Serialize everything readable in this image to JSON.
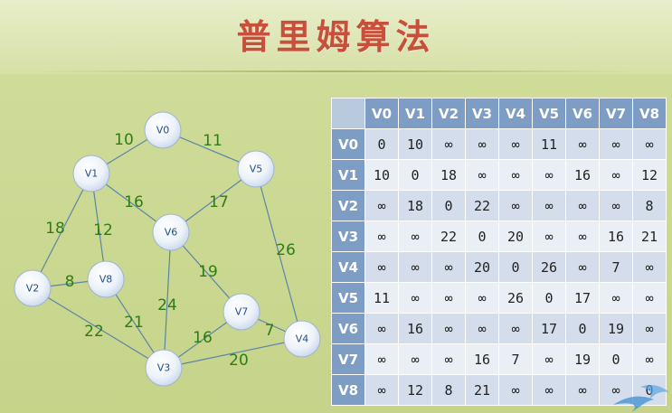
{
  "title": "普里姆算法",
  "graph": {
    "nodes": [
      {
        "id": "V0",
        "label": "V0"
      },
      {
        "id": "V1",
        "label": "V1"
      },
      {
        "id": "V2",
        "label": "V2"
      },
      {
        "id": "V3",
        "label": "V3"
      },
      {
        "id": "V4",
        "label": "V4"
      },
      {
        "id": "V5",
        "label": "V5"
      },
      {
        "id": "V6",
        "label": "V6"
      },
      {
        "id": "V7",
        "label": "V7"
      },
      {
        "id": "V8",
        "label": "V8"
      }
    ],
    "edges": [
      {
        "from": "V0",
        "to": "V1",
        "weight": "10"
      },
      {
        "from": "V0",
        "to": "V5",
        "weight": "11"
      },
      {
        "from": "V1",
        "to": "V2",
        "weight": "18"
      },
      {
        "from": "V1",
        "to": "V8",
        "weight": "12"
      },
      {
        "from": "V1",
        "to": "V6",
        "weight": "16"
      },
      {
        "from": "V5",
        "to": "V6",
        "weight": "17"
      },
      {
        "from": "V5",
        "to": "V4",
        "weight": "26"
      },
      {
        "from": "V2",
        "to": "V8",
        "weight": "8"
      },
      {
        "from": "V2",
        "to": "V3",
        "weight": "22"
      },
      {
        "from": "V8",
        "to": "V3",
        "weight": "21"
      },
      {
        "from": "V6",
        "to": "V3",
        "weight": "24"
      },
      {
        "from": "V6",
        "to": "V7",
        "weight": "19"
      },
      {
        "from": "V7",
        "to": "V3",
        "weight": "16"
      },
      {
        "from": "V7",
        "to": "V4",
        "weight": "7"
      },
      {
        "from": "V3",
        "to": "V4",
        "weight": "20"
      }
    ]
  },
  "matrix": {
    "headers": [
      "V0",
      "V1",
      "V2",
      "V3",
      "V4",
      "V5",
      "V6",
      "V7",
      "V8"
    ],
    "rows": [
      {
        "label": "V0",
        "values": [
          "0",
          "10",
          "∞",
          "∞",
          "∞",
          "11",
          "∞",
          "∞",
          "∞"
        ]
      },
      {
        "label": "V1",
        "values": [
          "10",
          "0",
          "18",
          "∞",
          "∞",
          "∞",
          "16",
          "∞",
          "12"
        ]
      },
      {
        "label": "V2",
        "values": [
          "∞",
          "18",
          "0",
          "22",
          "∞",
          "∞",
          "∞",
          "∞",
          "8"
        ]
      },
      {
        "label": "V3",
        "values": [
          "∞",
          "∞",
          "22",
          "0",
          "20",
          "∞",
          "∞",
          "16",
          "21"
        ]
      },
      {
        "label": "V4",
        "values": [
          "∞",
          "∞",
          "∞",
          "20",
          "0",
          "26",
          "∞",
          "7",
          "∞"
        ]
      },
      {
        "label": "V5",
        "values": [
          "11",
          "∞",
          "∞",
          "∞",
          "26",
          "0",
          "17",
          "∞",
          "∞"
        ]
      },
      {
        "label": "V6",
        "values": [
          "∞",
          "16",
          "∞",
          "∞",
          "∞",
          "17",
          "0",
          "19",
          "∞"
        ]
      },
      {
        "label": "V7",
        "values": [
          "∞",
          "∞",
          "∞",
          "16",
          "7",
          "∞",
          "19",
          "0",
          "∞"
        ]
      },
      {
        "label": "V8",
        "values": [
          "∞",
          "12",
          "8",
          "21",
          "∞",
          "∞",
          "∞",
          "∞",
          "0"
        ]
      }
    ]
  }
}
